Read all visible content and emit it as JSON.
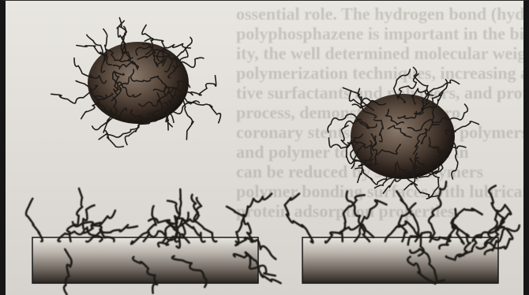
{
  "figure": {
    "panels": [
      {
        "id": "left",
        "particle": "near-surface"
      },
      {
        "id": "right",
        "particle": "adsorbed-on-surface"
      }
    ],
    "background_text_lines": [
      "ossential role. The hydrogen bond (hydrogen capacity",
      "polyphosphazene is important in the biocompatibility",
      "ity, the well determined molecular weights, narrow",
      "polymerization techniques, increasing amounts of poly",
      "tive surfactants and polymers, and protein adsorption",
      "process, demonstrated in vitro",
      "coronary stents in progress of polymers",
      "and polymer to develop stent in",
      "can be reduced by stent polymers",
      "polymer bonding surfaces with lubricants",
      "protein adsorption properties"
    ]
  }
}
